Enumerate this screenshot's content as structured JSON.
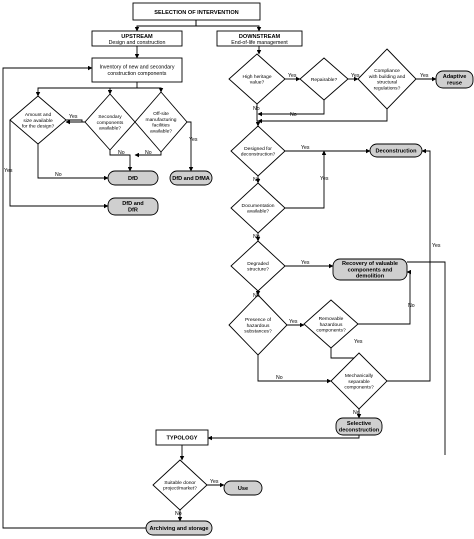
{
  "header": {
    "title": "SELECTION OF INTERVENTION"
  },
  "upstream": {
    "title": "UPSTREAM",
    "subtitle": "Design and construction"
  },
  "downstream": {
    "title": "DOWNSTREAM",
    "subtitle": "End-of-life management"
  },
  "boxes": {
    "inventory": [
      "Inventory of new and secondary",
      "construction components"
    ],
    "typology": [
      "TYPOLOGY"
    ]
  },
  "decisions": {
    "amount": [
      "Amount and",
      "size available",
      "for the design?"
    ],
    "secondary": [
      "Secondary",
      "components",
      "available?"
    ],
    "offsite": [
      "Off-site",
      "manufacturing",
      "facilities",
      "available?"
    ],
    "heritage": [
      "High heritage",
      "value?"
    ],
    "repairable": [
      "Repairable?"
    ],
    "compliance": [
      "Compliance",
      "with building and",
      "structural",
      "regulations?"
    ],
    "designed": [
      "Designed for",
      "deconstruction?"
    ],
    "documentation": [
      "Documentation",
      "available?"
    ],
    "degraded": [
      "Degraded",
      "structure?"
    ],
    "hazardous": [
      "Presence of",
      "hazardous",
      "substances?"
    ],
    "removable": [
      "Removable",
      "hazardous",
      "components?"
    ],
    "separable": [
      "Mechanically",
      "separable",
      "components?"
    ],
    "donor": [
      "Suitable donor",
      "project/market?"
    ]
  },
  "terminals": {
    "dfd": [
      "DfD"
    ],
    "dfd_dfma": [
      "DfD and DfMA"
    ],
    "dfd_dfr": [
      "DfD and",
      "DfR"
    ],
    "adaptive": [
      "Adaptive",
      "reuse"
    ],
    "deconstruction": [
      "Deconstruction"
    ],
    "recovery": [
      "Recovery of valuable",
      "components and",
      "demolition"
    ],
    "selective": [
      "Selective",
      "deconstruction"
    ],
    "use": [
      "Use"
    ],
    "archiving": [
      "Archiving and storage"
    ]
  },
  "labels": {
    "yes": "Yes",
    "no": "No"
  }
}
